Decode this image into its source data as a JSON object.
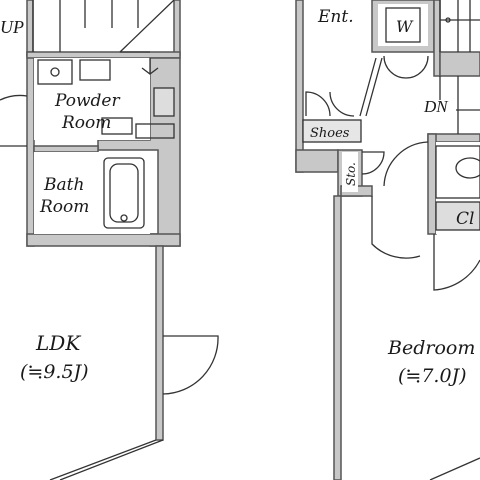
{
  "colors": {
    "wall": "#555555",
    "wall_fill": "#c8c8c8",
    "line": "#333333",
    "background": "#ffffff"
  },
  "rooms": {
    "up": "UP",
    "entrance": "Ent.",
    "washer": "W",
    "dn": "DN",
    "powder_line1": "Powder",
    "powder_line2": "Room",
    "shoes": "Shoes",
    "storage": "Sto.",
    "bath_line1": "Bath",
    "bath_line2": "Room",
    "closet": "Cl",
    "ldk_name": "LDK",
    "ldk_size": "(≒9.5J)",
    "bedroom_name": "Bedroom",
    "bedroom_size": "(≒7.0J)"
  }
}
